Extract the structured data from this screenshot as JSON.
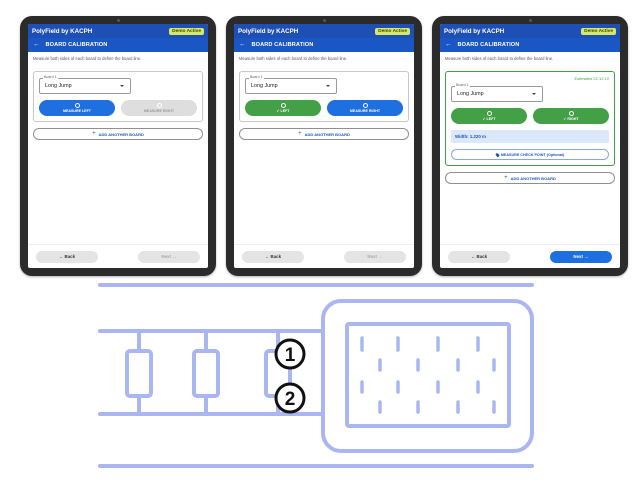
{
  "app": {
    "title": "PolyField by KACPH",
    "badge": "Demo Active"
  },
  "appbar": {
    "title": "BOARD CALIBRATION"
  },
  "instructions": "Measure both sides of each board to define the board line.",
  "board": {
    "label": "Board 1",
    "value": "Long Jump"
  },
  "screens": [
    {
      "measure_left": "MEASURE LEFT",
      "measure_right": "MEASURE RIGHT",
      "left_state": "pending",
      "right_state": "disabled"
    },
    {
      "measure_left": "✓ LEFT",
      "measure_right": "MEASURE RIGHT",
      "left_state": "done",
      "right_state": "pending"
    },
    {
      "measure_left": "✓ LEFT",
      "measure_right": "✓ RIGHT",
      "left_state": "done",
      "right_state": "done",
      "estimated": "Estimated 22:12:10",
      "width": "Width: 1.220 m",
      "check_point": "MEASURE CHECK POINT (Optional)"
    }
  ],
  "add_board": "ADD ANOTHER BOARD",
  "nav": {
    "back": "← Back",
    "next": "Next →"
  },
  "diagram": {
    "marker_1": "1",
    "marker_2": "2"
  },
  "colors": {
    "primary": "#1a56c4",
    "success": "#43a047",
    "badge": "#d6e86a",
    "diagram": "#a9b6f2"
  },
  "icons": {
    "back": "arrow-left-icon",
    "measure": "target-icon",
    "check": "check-icon",
    "add": "plus-icon",
    "location": "location-pin-icon",
    "dropdown": "chevron-down-icon"
  }
}
